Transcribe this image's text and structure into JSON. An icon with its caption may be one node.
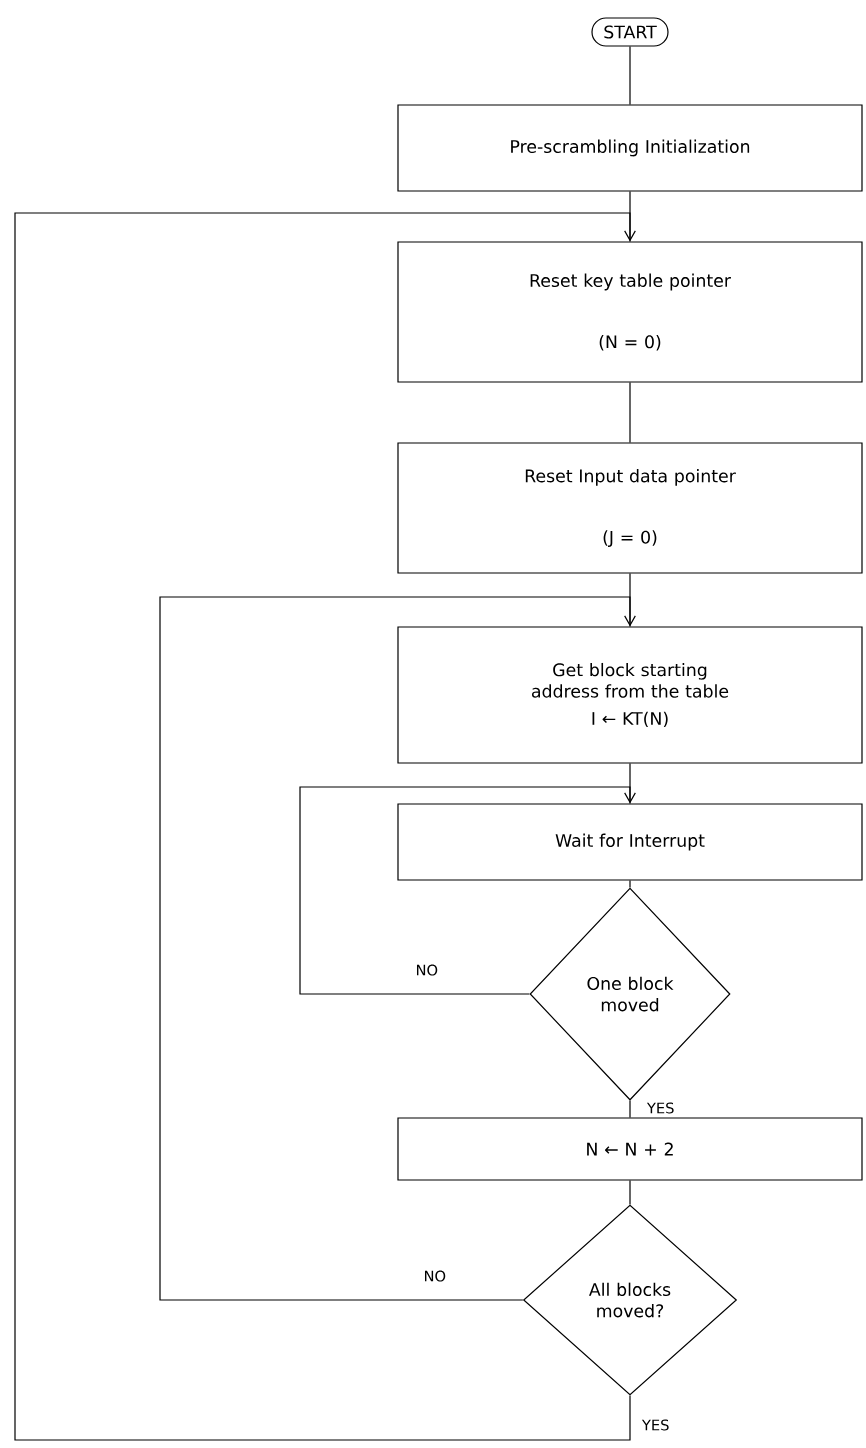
{
  "diagram": {
    "nodes": [
      {
        "text": [
          "START"
        ]
      },
      {
        "text": [
          "Pre-scrambling Initialization"
        ]
      },
      {
        "text": [
          "Reset key table pointer",
          "(N = 0)"
        ]
      },
      {
        "text": [
          "Reset Input data pointer",
          "(J = 0)"
        ]
      },
      {
        "text": [
          "Get block starting address from the table",
          "I ← KT(N)"
        ]
      },
      {
        "text": [
          "Wait for Interrupt"
        ]
      },
      {
        "text": [
          "One block moved"
        ]
      },
      {
        "text": [
          "N ← N + 2"
        ]
      },
      {
        "text": [
          "All blocks moved?"
        ]
      }
    ],
    "edges": [
      {
        "from": 0,
        "to": 1,
        "arrow": "none"
      },
      {
        "from": 1,
        "to": 2,
        "arrow": "none"
      },
      {
        "from": 2,
        "to": 3,
        "arrow": "none"
      },
      {
        "from": 3,
        "to": 4,
        "arrow": "none"
      },
      {
        "from": 4,
        "to": 5,
        "arrow": "none"
      },
      {
        "from": 5,
        "to": 6,
        "arrow": "none"
      },
      {
        "from": 6,
        "to": 7,
        "label": "YES",
        "arrow": "none"
      },
      {
        "from": 6,
        "to": 5,
        "label": "NO",
        "arrow": "to"
      },
      {
        "from": 7,
        "to": 8,
        "arrow": "none"
      },
      {
        "from": 8,
        "to": 4,
        "label": "NO",
        "arrow": "to"
      },
      {
        "from": 8,
        "to": 2,
        "label": "YES",
        "arrow": "to"
      }
    ]
  }
}
